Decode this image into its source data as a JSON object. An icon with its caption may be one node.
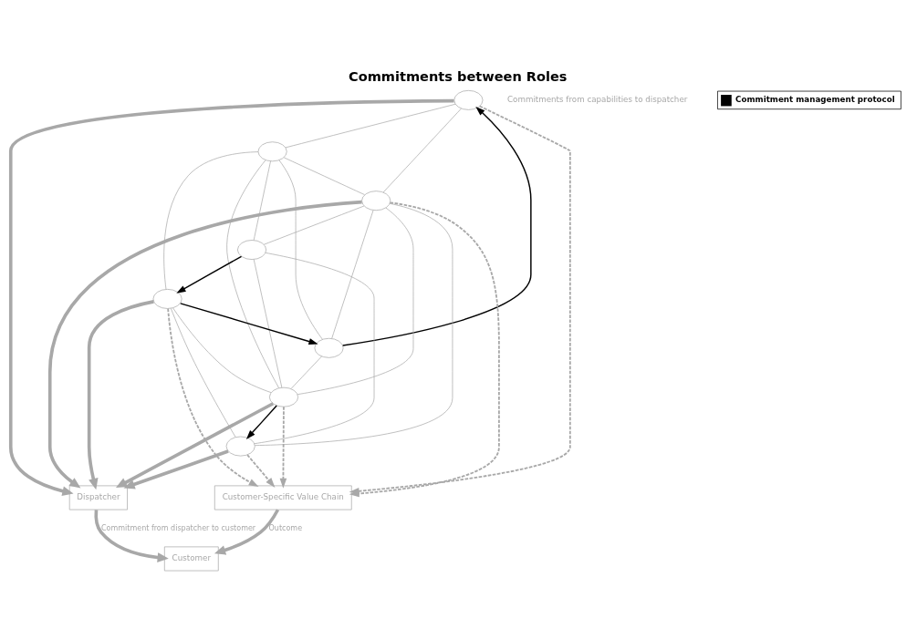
{
  "diagram": {
    "title": "Commitments between Roles",
    "nodes": [
      {
        "text": [
          "Dispatcher"
        ]
      },
      {
        "text": [
          "Customer"
        ]
      },
      {
        "text": [],
        "shape": "ellipse"
      },
      {
        "text": [],
        "shape": "ellipse"
      },
      {
        "text": [],
        "shape": "ellipse"
      },
      {
        "text": [],
        "shape": "ellipse"
      },
      {
        "text": [],
        "shape": "ellipse"
      },
      {
        "text": [],
        "shape": "ellipse"
      },
      {
        "text": [],
        "shape": "ellipse"
      },
      {
        "text": [],
        "shape": "ellipse"
      },
      {
        "text": [
          "Customer-Specific Value Chain"
        ]
      }
    ],
    "edges": [
      {
        "from": 3,
        "to": 2,
        "arrow": "to",
        "color": "#000000"
      },
      {
        "from": 8,
        "to": 3,
        "arrow": "to",
        "color": "#000000"
      },
      {
        "from": 4,
        "to": 9,
        "arrow": "to",
        "color": "#000000"
      },
      {
        "from": 7,
        "to": 8,
        "arrow": "to",
        "color": "#000000"
      },
      {
        "from": 2,
        "to": 5,
        "arrow": "none"
      },
      {
        "from": 2,
        "to": 6,
        "arrow": "none"
      },
      {
        "from": 3,
        "to": 4,
        "arrow": "none"
      },
      {
        "from": 3,
        "to": 5,
        "arrow": "none"
      },
      {
        "from": 3,
        "to": 6,
        "arrow": "none"
      },
      {
        "from": 4,
        "to": 5,
        "arrow": "none"
      },
      {
        "from": 4,
        "to": 6,
        "arrow": "none"
      },
      {
        "from": 4,
        "to": 8,
        "arrow": "none"
      },
      {
        "from": 4,
        "to": 7,
        "arrow": "none"
      },
      {
        "from": 5,
        "to": 6,
        "arrow": "none"
      },
      {
        "from": 5,
        "to": 7,
        "arrow": "none"
      },
      {
        "from": 5,
        "to": 8,
        "arrow": "none"
      },
      {
        "from": 6,
        "to": 7,
        "arrow": "none"
      },
      {
        "from": 6,
        "to": 9,
        "arrow": "none"
      },
      {
        "from": 7,
        "to": 9,
        "arrow": "none"
      },
      {
        "from": 8,
        "to": 9,
        "arrow": "none"
      },
      {
        "from": 2,
        "to": 0,
        "arrow": "to",
        "style": "thick"
      },
      {
        "from": 4,
        "to": 0,
        "arrow": "to",
        "style": "thick"
      },
      {
        "from": 6,
        "to": 0,
        "arrow": "to",
        "style": "thick"
      },
      {
        "from": 8,
        "to": 0,
        "arrow": "to",
        "style": "thick"
      },
      {
        "from": 9,
        "to": 0,
        "arrow": "to",
        "style": "thick"
      },
      {
        "from": 2,
        "to": 10,
        "arrow": "to",
        "style": "dashed"
      },
      {
        "from": 8,
        "to": 10,
        "arrow": "to",
        "style": "dashed"
      },
      {
        "from": 6,
        "to": 10,
        "arrow": "to",
        "style": "dashed"
      },
      {
        "from": 4,
        "to": 10,
        "arrow": "to",
        "style": "dashed"
      },
      {
        "from": 9,
        "to": 10,
        "arrow": "to",
        "style": "dashed"
      },
      {
        "from": 0,
        "to": 1,
        "arrow": "to",
        "style": "thick",
        "label": "Commitment from dispatcher to customer"
      },
      {
        "from": 10,
        "to": 1,
        "arrow": "to",
        "style": "thick",
        "label": "Outcome"
      }
    ],
    "labels": [
      "Commitments from capabilities to dispatcher"
    ],
    "legend": [
      {
        "text": "Commitment management protocol",
        "color": "#000000"
      }
    ]
  }
}
